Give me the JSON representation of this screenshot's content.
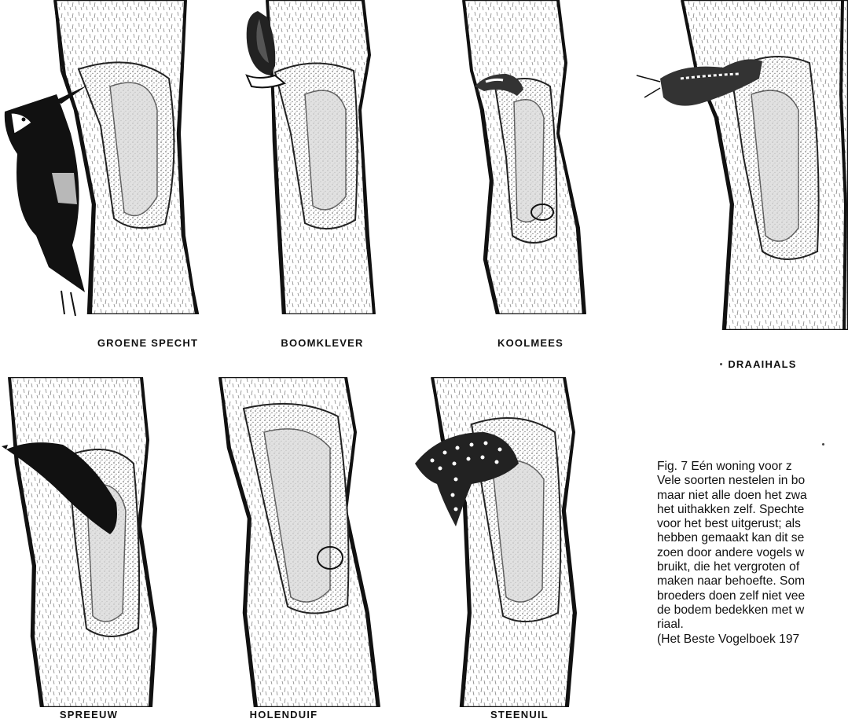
{
  "panels": [
    {
      "label": "GROENE SPECHT"
    },
    {
      "label": "BOOMKLEVER"
    },
    {
      "label": "KOOLMEES"
    },
    {
      "label": "DRAAIHALS"
    },
    {
      "label": "SPREEUW"
    },
    {
      "label": "HOLENDUIF"
    },
    {
      "label": "STEENUIL"
    }
  ],
  "caption": {
    "lines": [
      "Fig. 7   Eén woning voor z",
      "Vele soorten nestelen in bo",
      "maar niet alle doen het zwa",
      "het uithakken zelf. Spechte",
      "voor het best uitgerust; als",
      "hebben gemaakt kan dit se",
      "zoen door andere vogels w",
      "bruikt, die het vergroten of",
      "maken naar behoefte. Som",
      "broeders doen zelf niet vee",
      "de bodem bedekken met w",
      "riaal.",
      "(Het Beste Vogelboek 197"
    ]
  }
}
